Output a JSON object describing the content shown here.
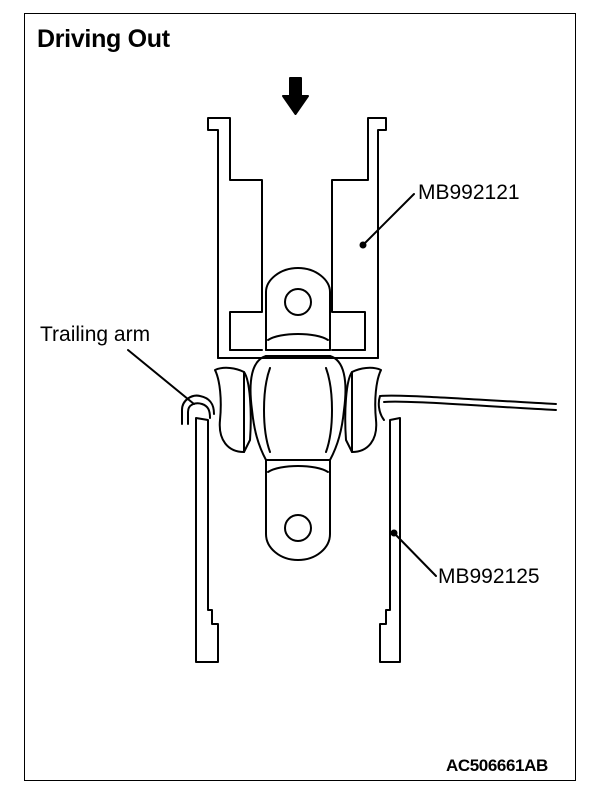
{
  "title": "Driving Out",
  "labels": {
    "mb992121": "MB992121",
    "trailing_arm": "Trailing arm",
    "mb992125": "MB992125"
  },
  "figure_code": "AC506661AB",
  "colors": {
    "ink": "#000000",
    "paper": "#ffffff"
  }
}
